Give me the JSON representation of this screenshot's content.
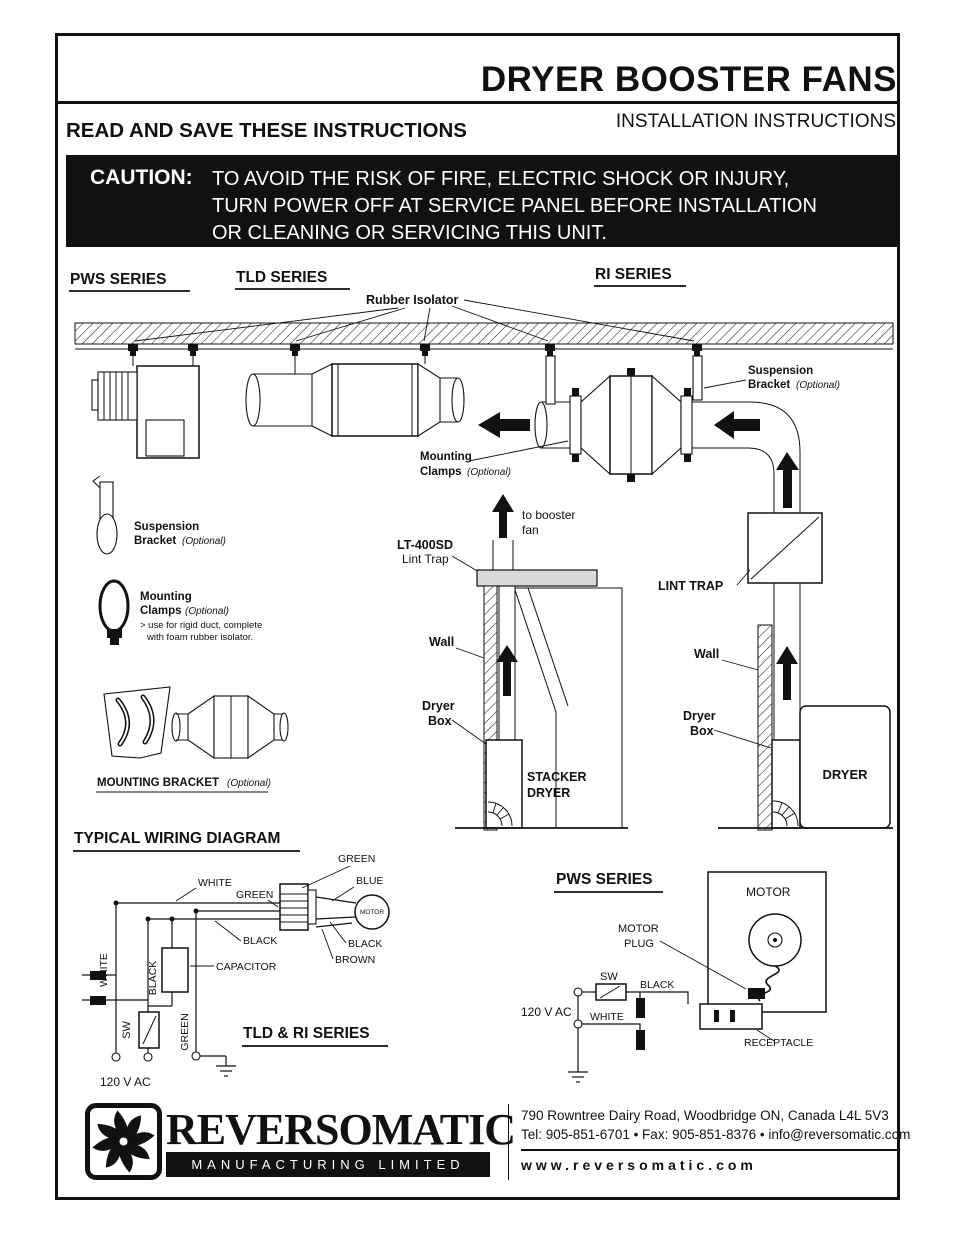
{
  "header": {
    "title": "DRYER BOOSTER FANS",
    "read_save": "READ AND SAVE THESE INSTRUCTIONS",
    "installation": "INSTALLATION INSTRUCTIONS"
  },
  "caution": {
    "label": "CAUTION:",
    "line1": "TO AVOID THE RISK OF FIRE, ELECTRIC SHOCK OR INJURY,",
    "line2": "TURN POWER OFF AT SERVICE PANEL BEFORE INSTALLATION",
    "line3": "OR CLEANING OR SERVICING THIS UNIT."
  },
  "series": {
    "pws": "PWS SERIES",
    "tld": "TLD SERIES",
    "ri": "RI SERIES"
  },
  "install_diagram": {
    "rubber_isolator": "Rubber Isolator",
    "suspension": "Suspension",
    "bracket": "Bracket",
    "mounting": "Mounting",
    "clamps": "Clamps",
    "optional": "(Optional)",
    "clamp_note1": "> use for rigid duct, complete",
    "clamp_note2": "with foam rubber isolator.",
    "mounting_bracket": "MOUNTING BRACKET",
    "to_booster1": "to booster",
    "to_booster2": "fan",
    "lt400sd": "LT-400SD",
    "lint_trap_sub": "Lint Trap",
    "lint_trap": "LINT TRAP",
    "wall": "Wall",
    "dryer_word": "Dryer",
    "box_word": "Box",
    "stacker1": "STACKER",
    "stacker2": "DRYER",
    "dryer": "DRYER"
  },
  "wiring": {
    "heading": "TYPICAL WIRING DIAGRAM",
    "tld_ri_title": "TLD & RI SERIES",
    "pws_title": "PWS SERIES",
    "white": "WHITE",
    "green": "GREEN",
    "blue": "BLUE",
    "black": "BLACK",
    "brown": "BROWN",
    "capacitor": "CAPACITOR",
    "motor": "MOTOR",
    "sw": "SW",
    "supply": "120 V AC",
    "plug": "PLUG",
    "receptacle": "RECEPTACLE"
  },
  "footer": {
    "brand": "REVERSOMATIC",
    "brand_sub": "MANUFACTURING LIMITED",
    "address": "790 Rowntree Dairy Road, Woodbridge ON, Canada L4L 5V3",
    "contact": "Tel: 905-851-6701 • Fax: 905-851-8376 • info@reversomatic.com",
    "website": "www.reversomatic.com"
  },
  "colors": {
    "ink": "#111111",
    "paper": "#ffffff",
    "shade": "#d9d9d9"
  }
}
